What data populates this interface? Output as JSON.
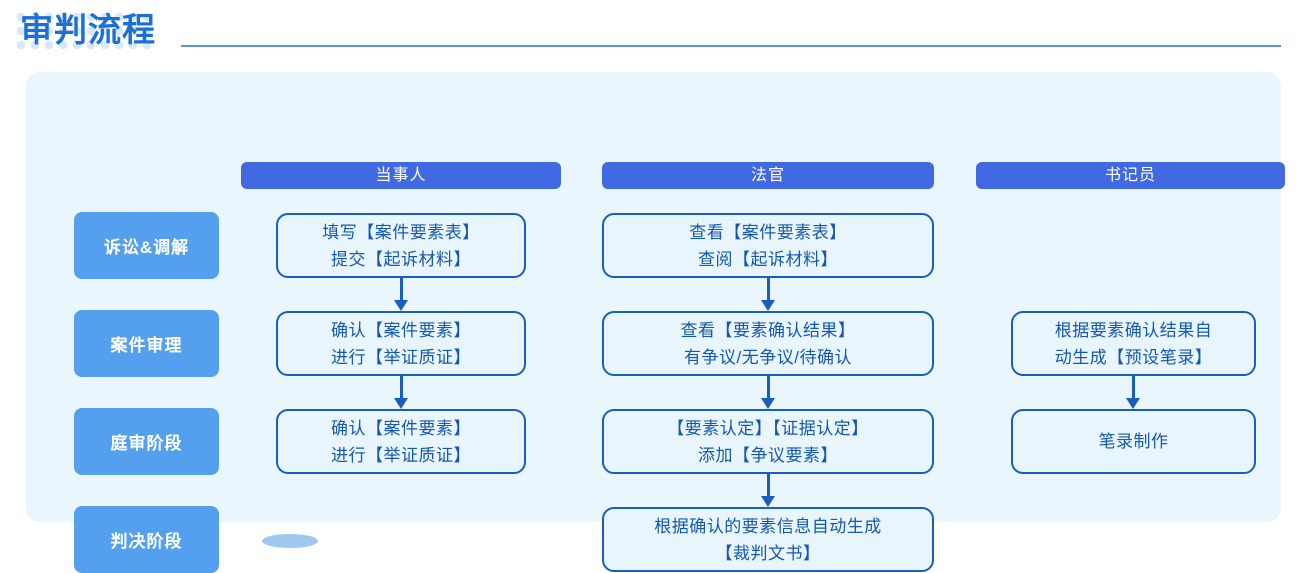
{
  "title": {
    "text": "审判流程"
  },
  "columns": [
    {
      "label": "当事人"
    },
    {
      "label": "法官"
    },
    {
      "label": "书记员"
    }
  ],
  "stages": [
    {
      "label": "诉讼&调解"
    },
    {
      "label": "案件审理"
    },
    {
      "label": "庭审阶段"
    },
    {
      "label": "判决阶段"
    }
  ],
  "cards": {
    "party": [
      {
        "text": "填写【案件要素表】\n提交【起诉材料】"
      },
      {
        "text": "确认【案件要素】\n进行【举证质证】"
      },
      {
        "text": "确认【案件要素】\n进行【举证质证】"
      }
    ],
    "judge": [
      {
        "text": "查看【案件要素表】\n查阅【起诉材料】"
      },
      {
        "text": "查看【要素确认结果】\n有争议/无争议/待确认"
      },
      {
        "text": "【要素认定】【证据认定】\n添加【争议要素】"
      },
      {
        "text": "根据确认的要素信息自动生成\n【裁判文书】"
      }
    ],
    "clerk": [
      {
        "text": "根据要素确认结果自\n动生成【预设笔录】"
      },
      {
        "text": "笔录制作"
      }
    ]
  },
  "colors": {
    "header_blue": "#4169e1",
    "stage_blue": "#54a0ee",
    "panel_bg": "#e9f6fd",
    "card_border": "#1a5cbf",
    "card_bg": "#e8f5fd",
    "card_text": "#1558b0",
    "title_blue": "#1c6fd4",
    "rule_blue": "#5b95e5",
    "dot_blue": "#d6e9f8"
  }
}
